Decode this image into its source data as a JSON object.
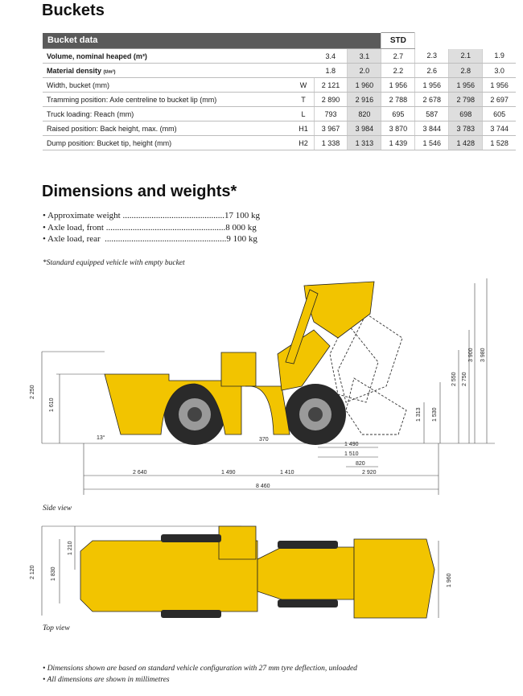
{
  "buckets_title": "Buckets",
  "bucket_table": {
    "header_label": "Bucket data",
    "std_label": "STD",
    "rows": [
      {
        "label": "Volume, nominal heaped",
        "unit": "(m³)",
        "sym": "",
        "bold": true,
        "values": [
          "3.4",
          "3.1",
          "2.7",
          "2.3",
          "2.1",
          "1.9"
        ]
      },
      {
        "label": "Material density",
        "unit": "(t/m³)",
        "sym": "",
        "bold": true,
        "values": [
          "1.8",
          "2.0",
          "2.2",
          "2.6",
          "2.8",
          "3.0"
        ]
      },
      {
        "label": "Width, bucket (mm)",
        "unit": "",
        "sym": "W",
        "bold": false,
        "values": [
          "2 121",
          "1 960",
          "1 956",
          "1 956",
          "1 956",
          "1 956"
        ]
      },
      {
        "label": "Tramming position: Axle centreline to bucket lip (mm)",
        "unit": "",
        "sym": "T",
        "bold": false,
        "values": [
          "2 890",
          "2 916",
          "2 788",
          "2 678",
          "2 798",
          "2 697"
        ]
      },
      {
        "label": "Truck loading: Reach (mm)",
        "unit": "",
        "sym": "L",
        "bold": false,
        "values": [
          "793",
          "820",
          "695",
          "587",
          "698",
          "605"
        ]
      },
      {
        "label": "Raised position: Back height, max. (mm)",
        "unit": "",
        "sym": "H1",
        "bold": false,
        "values": [
          "3 967",
          "3 984",
          "3 870",
          "3 844",
          "3 783",
          "3 744"
        ]
      },
      {
        "label": "Dump position: Bucket tip, height (mm)",
        "unit": "",
        "sym": "H2",
        "bold": false,
        "values": [
          "1 338",
          "1 313",
          "1 439",
          "1 546",
          "1 428",
          "1 528"
        ]
      }
    ]
  },
  "dims_title": "Dimensions and weights*",
  "weights": [
    "• Approximate weight ..............................................17 100 kg",
    "• Axle load, front ......................................................8 000 kg",
    "• Axle load, rear  .......................................................9 100 kg"
  ],
  "std_note": "*Standard equipped vehicle with empty bucket",
  "side_view": {
    "caption": "Side view",
    "dims": {
      "d2250": "2 250",
      "d1610": "1 610",
      "angle": "13°",
      "d370": "370",
      "d1490a": "1 490",
      "d1510": "1 510",
      "d820": "820",
      "d2640": "2 640",
      "d1490b": "1 490",
      "d1410": "1 410",
      "d2920": "2 920",
      "d8460": "8 460",
      "d1313": "1 313",
      "d1530": "1 530",
      "d2550": "2 550",
      "d2750": "2 750",
      "d3900": "3 900",
      "d3980": "3 980"
    }
  },
  "top_view": {
    "caption": "Top view",
    "dims": {
      "d2120": "2 120",
      "d1830": "1 830",
      "d1210": "1 210",
      "d1960": "1 960"
    }
  },
  "footnotes": [
    "• Dimensions shown are based on standard vehicle configuration with 27 mm tyre deflection, unloaded",
    "• All dimensions are shown in millimetres"
  ],
  "colors": {
    "body_yellow": "#f2c400",
    "header_dark": "#5a5a5a",
    "shade": "#dedede"
  }
}
